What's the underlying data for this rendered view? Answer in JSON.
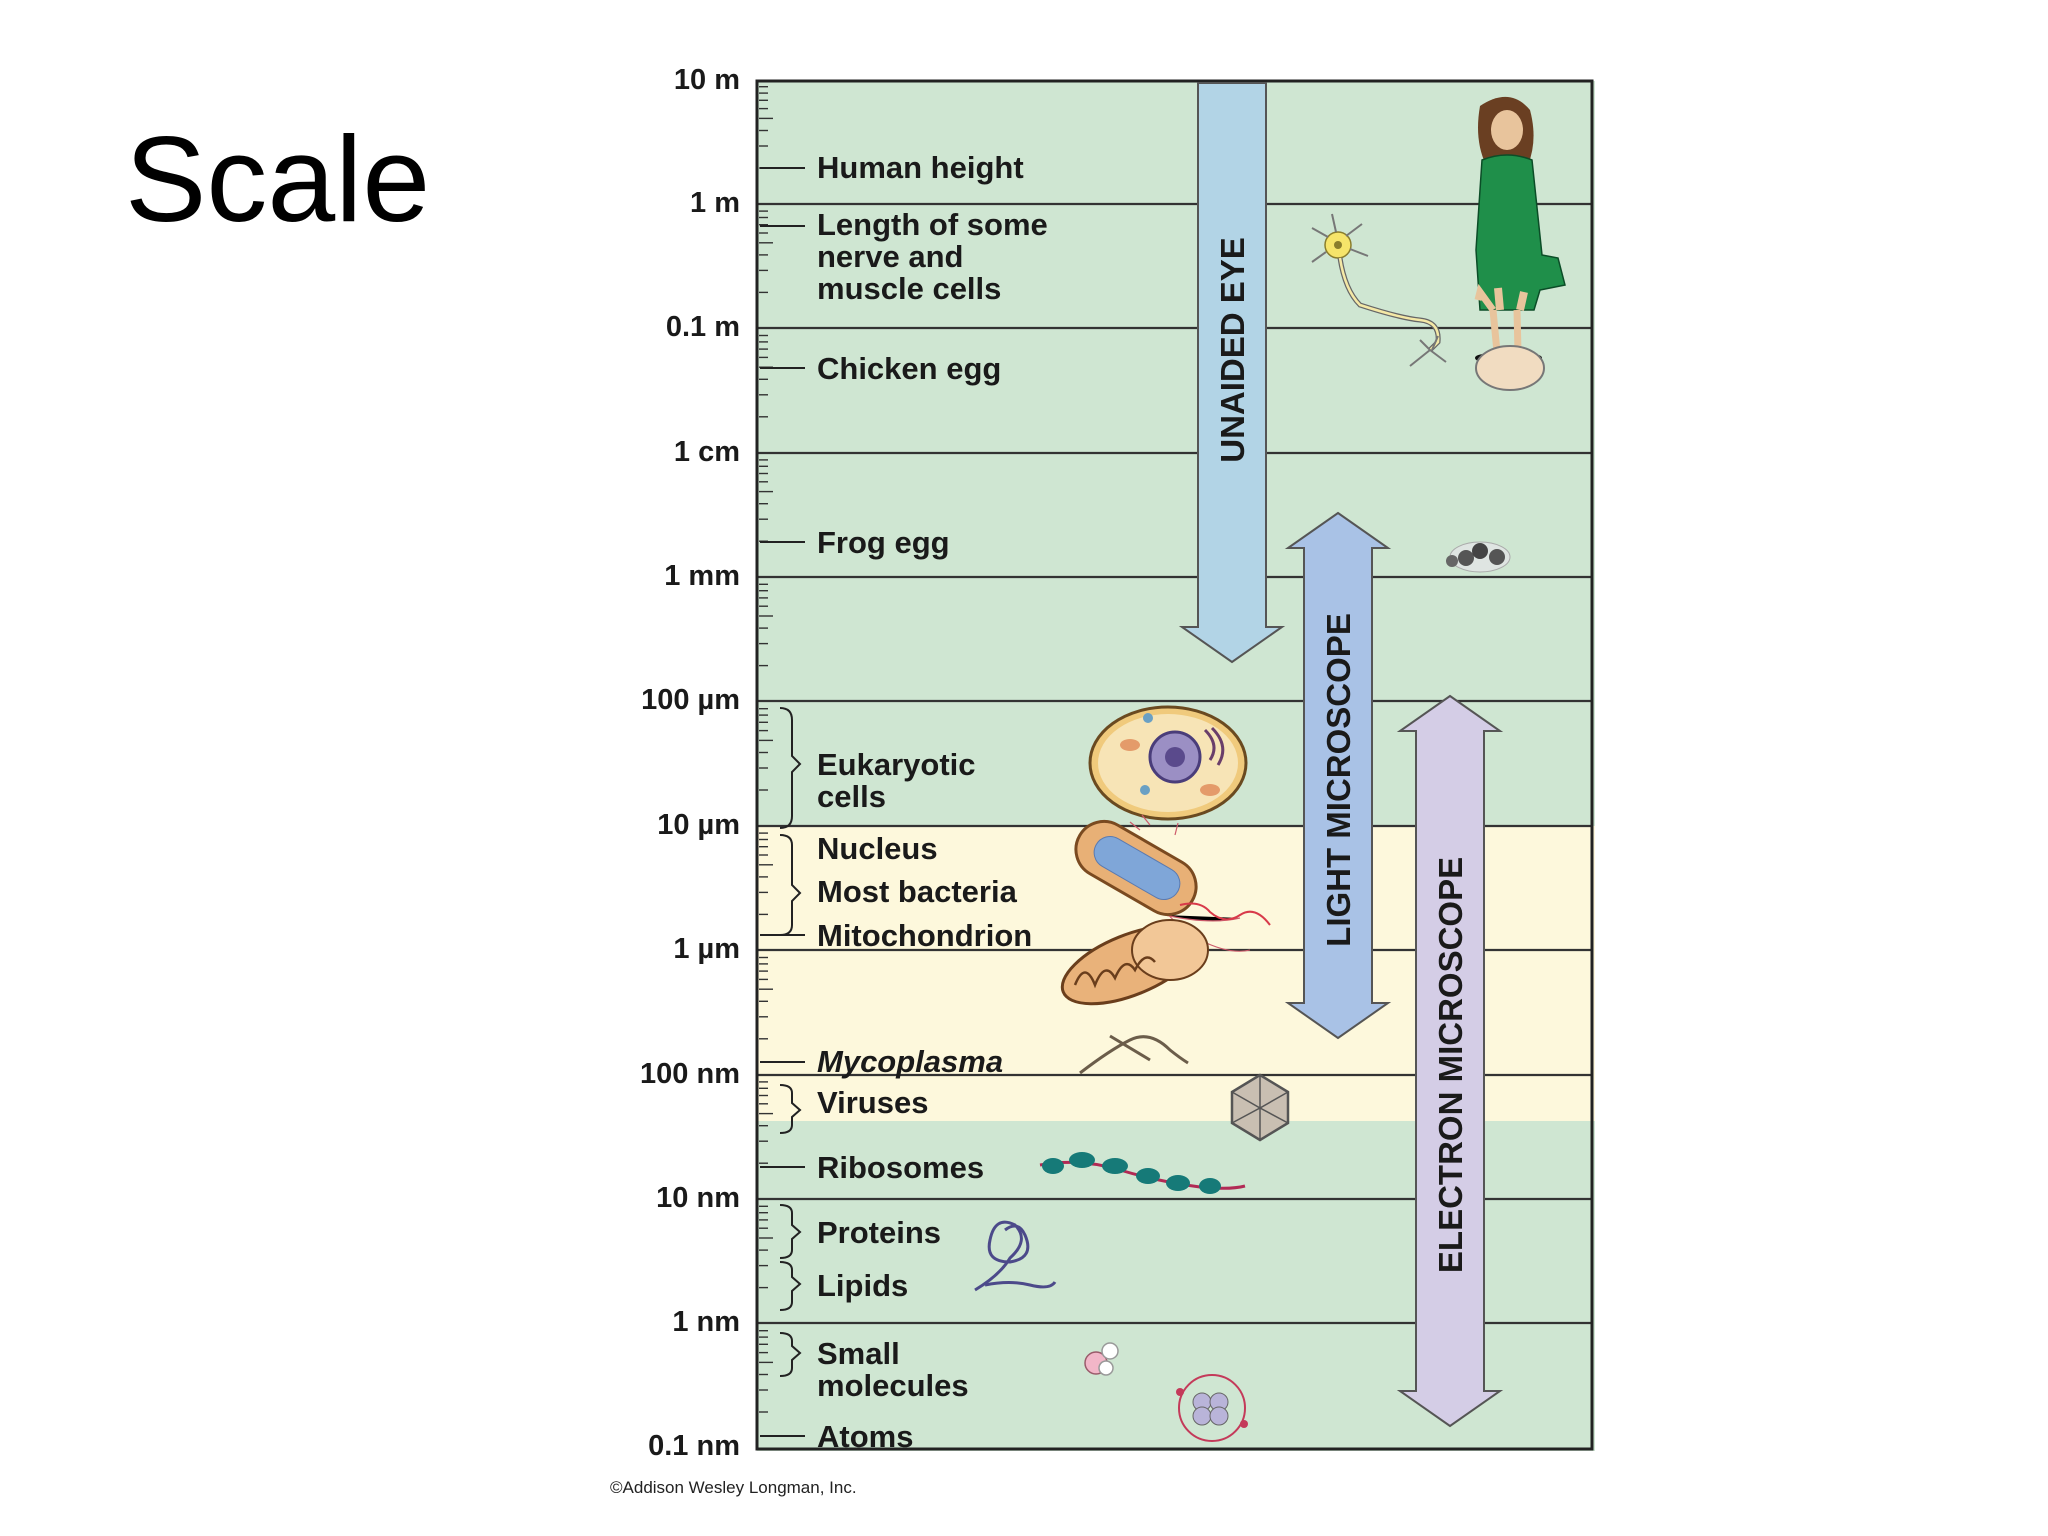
{
  "slide": {
    "title": "Scale"
  },
  "scale_ticks": [
    "10 m",
    "1 m",
    "0.1 m",
    "1 cm",
    "1 mm",
    "100 µm",
    "10 µm",
    "1 µm",
    "100 nm",
    "10 nm",
    "1 nm",
    "0.1 nm"
  ],
  "labels": {
    "human_height": "Human height",
    "nerve_1": "Length of some",
    "nerve_2": "nerve and",
    "nerve_3": "muscle cells",
    "chicken_egg": "Chicken egg",
    "frog_egg": "Frog egg",
    "eukaryotic_1": "Eukaryotic",
    "eukaryotic_2": "cells",
    "nucleus": "Nucleus",
    "most_bacteria": "Most bacteria",
    "mitochondrion": "Mitochondrion",
    "mycoplasma": "Mycoplasma",
    "viruses": "Viruses",
    "ribosomes": "Ribosomes",
    "proteins": "Proteins",
    "lipids": "Lipids",
    "small_molecules_1": "Small",
    "small_molecules_2": "molecules",
    "atoms": "Atoms"
  },
  "ranges": {
    "unaided_eye": "UNAIDED EYE",
    "light_microscope": "LIGHT MICROSCOPE",
    "electron_microscope": "ELECTRON MICROSCOPE"
  },
  "copyright": "©Addison Wesley Longman, Inc.",
  "colors": {
    "green_band": "#cfe6d2",
    "yellow_band": "#fdf8dc",
    "unaided_eye_arrow": "#b2d4e6",
    "light_microscope_arrow": "#a9c2e6",
    "electron_microscope_arrow": "#d4cde6"
  }
}
